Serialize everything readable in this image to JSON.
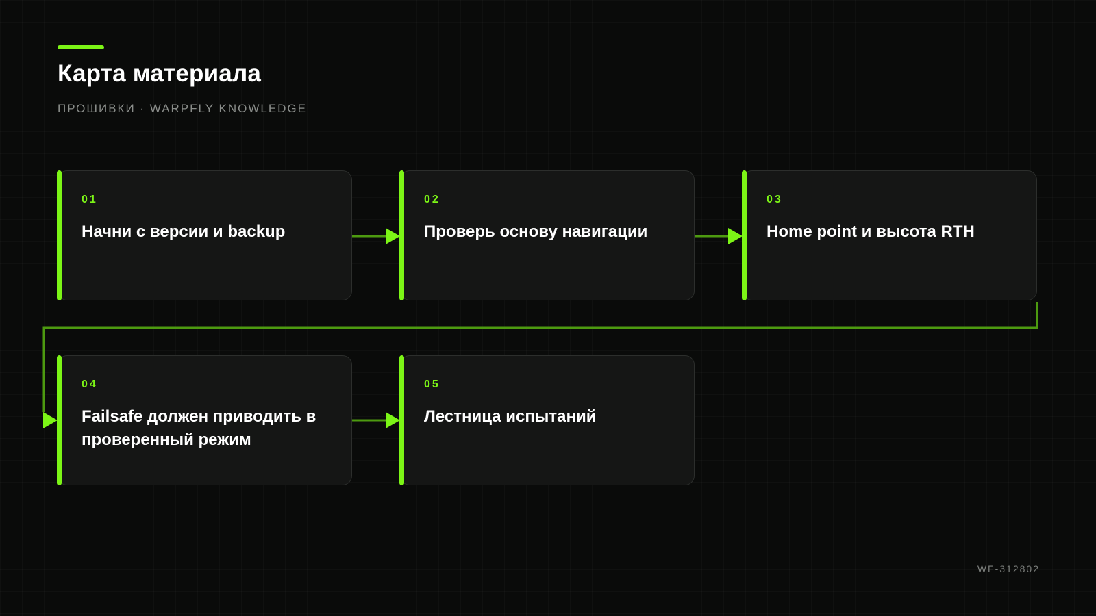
{
  "header": {
    "title": "Карта материала",
    "subtitle": "ПРОШИВКИ · WARPFLY KNOWLEDGE"
  },
  "steps": [
    {
      "num": "01",
      "title": "Начни с версии и backup"
    },
    {
      "num": "02",
      "title": "Проверь основу навигации"
    },
    {
      "num": "03",
      "title": "Home point и высота RTH"
    },
    {
      "num": "04",
      "title": "Failsafe должен приводить в проверенный режим"
    },
    {
      "num": "05",
      "title": "Лестница испытаний"
    }
  ],
  "footer": {
    "code": "WF-312802"
  },
  "colors": {
    "accent": "#7cf516",
    "connector": "#4d9a10",
    "background": "#0a0b0a",
    "card": "#151615"
  }
}
